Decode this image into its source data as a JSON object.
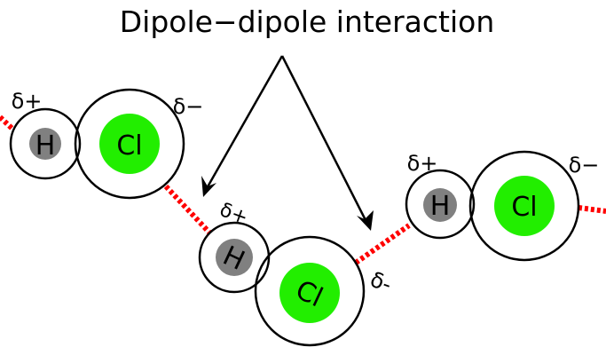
{
  "title": "Dipole−dipole interaction",
  "atoms": {
    "h": "H",
    "cl": "Cl"
  },
  "charges": {
    "positive": "δ+",
    "negative": "δ−",
    "negative_small": "δ-"
  },
  "colors": {
    "hydrogen": "#808080",
    "chlorine": "#22ee00",
    "interaction": "#ff0000",
    "outline": "#000000"
  }
}
